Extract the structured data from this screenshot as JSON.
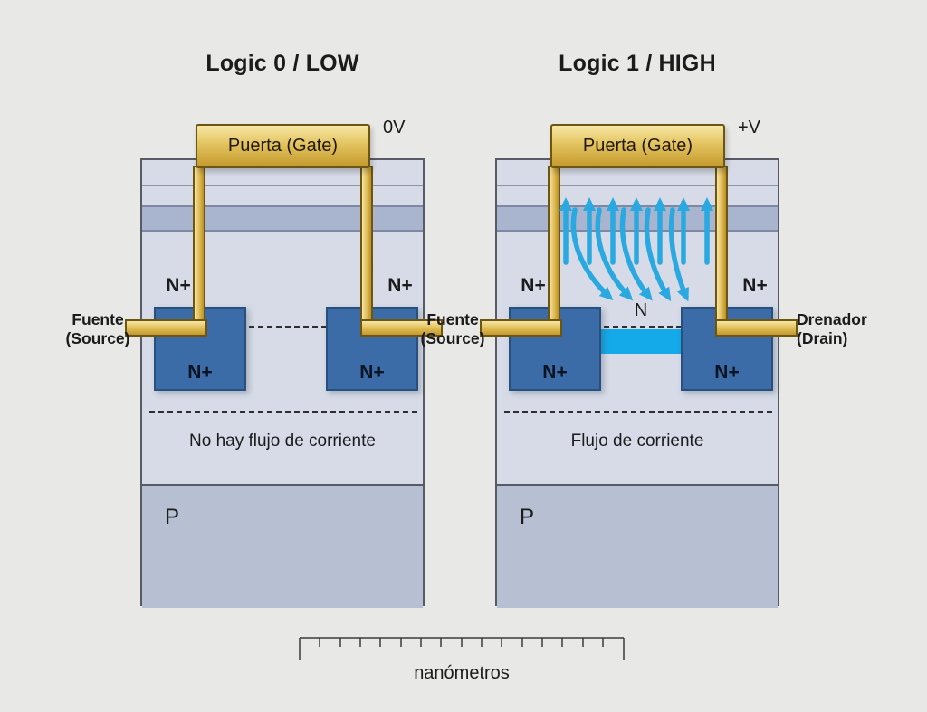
{
  "colors": {
    "background": "#e8e8e6",
    "substrate": "#d6dbe7",
    "layer_band": "#a9b5ce",
    "p_region": "#b7c0d2",
    "n_plus_region": "#3c6ca7",
    "gold_light": "#f6e7a6",
    "gold_dark": "#c49a2e",
    "gold_border": "#6e5512",
    "electron_arrow": "#2aa9e1",
    "channel": "#14a9e9"
  },
  "left": {
    "title": "Logic 0 / LOW",
    "voltage": "0V",
    "gate": "Puerta (Gate)",
    "terminal_left_line1": "Fuente",
    "terminal_left_line2": "(Source)",
    "nplus_top_left": "N+",
    "nplus_top_right": "N+",
    "nplus_region_left": "N+",
    "nplus_region_right": "N+",
    "flow_text": "No hay flujo de corriente",
    "substrate_label": "P"
  },
  "right": {
    "title": "Logic 1 / HIGH",
    "voltage": "+V",
    "gate": "Puerta (Gate)",
    "terminal_left_line1": "Fuente",
    "terminal_left_line2": "(Source)",
    "terminal_right_line1": "Drenador",
    "terminal_right_line2": "(Drain)",
    "nplus_top_left": "N+",
    "nplus_top_right": "N+",
    "nplus_region_left": "N+",
    "nplus_region_right": "N+",
    "channel_label": "N",
    "flow_text": "Flujo de corriente",
    "substrate_label": "P"
  },
  "scale": {
    "unit_label": "nanómetros"
  }
}
